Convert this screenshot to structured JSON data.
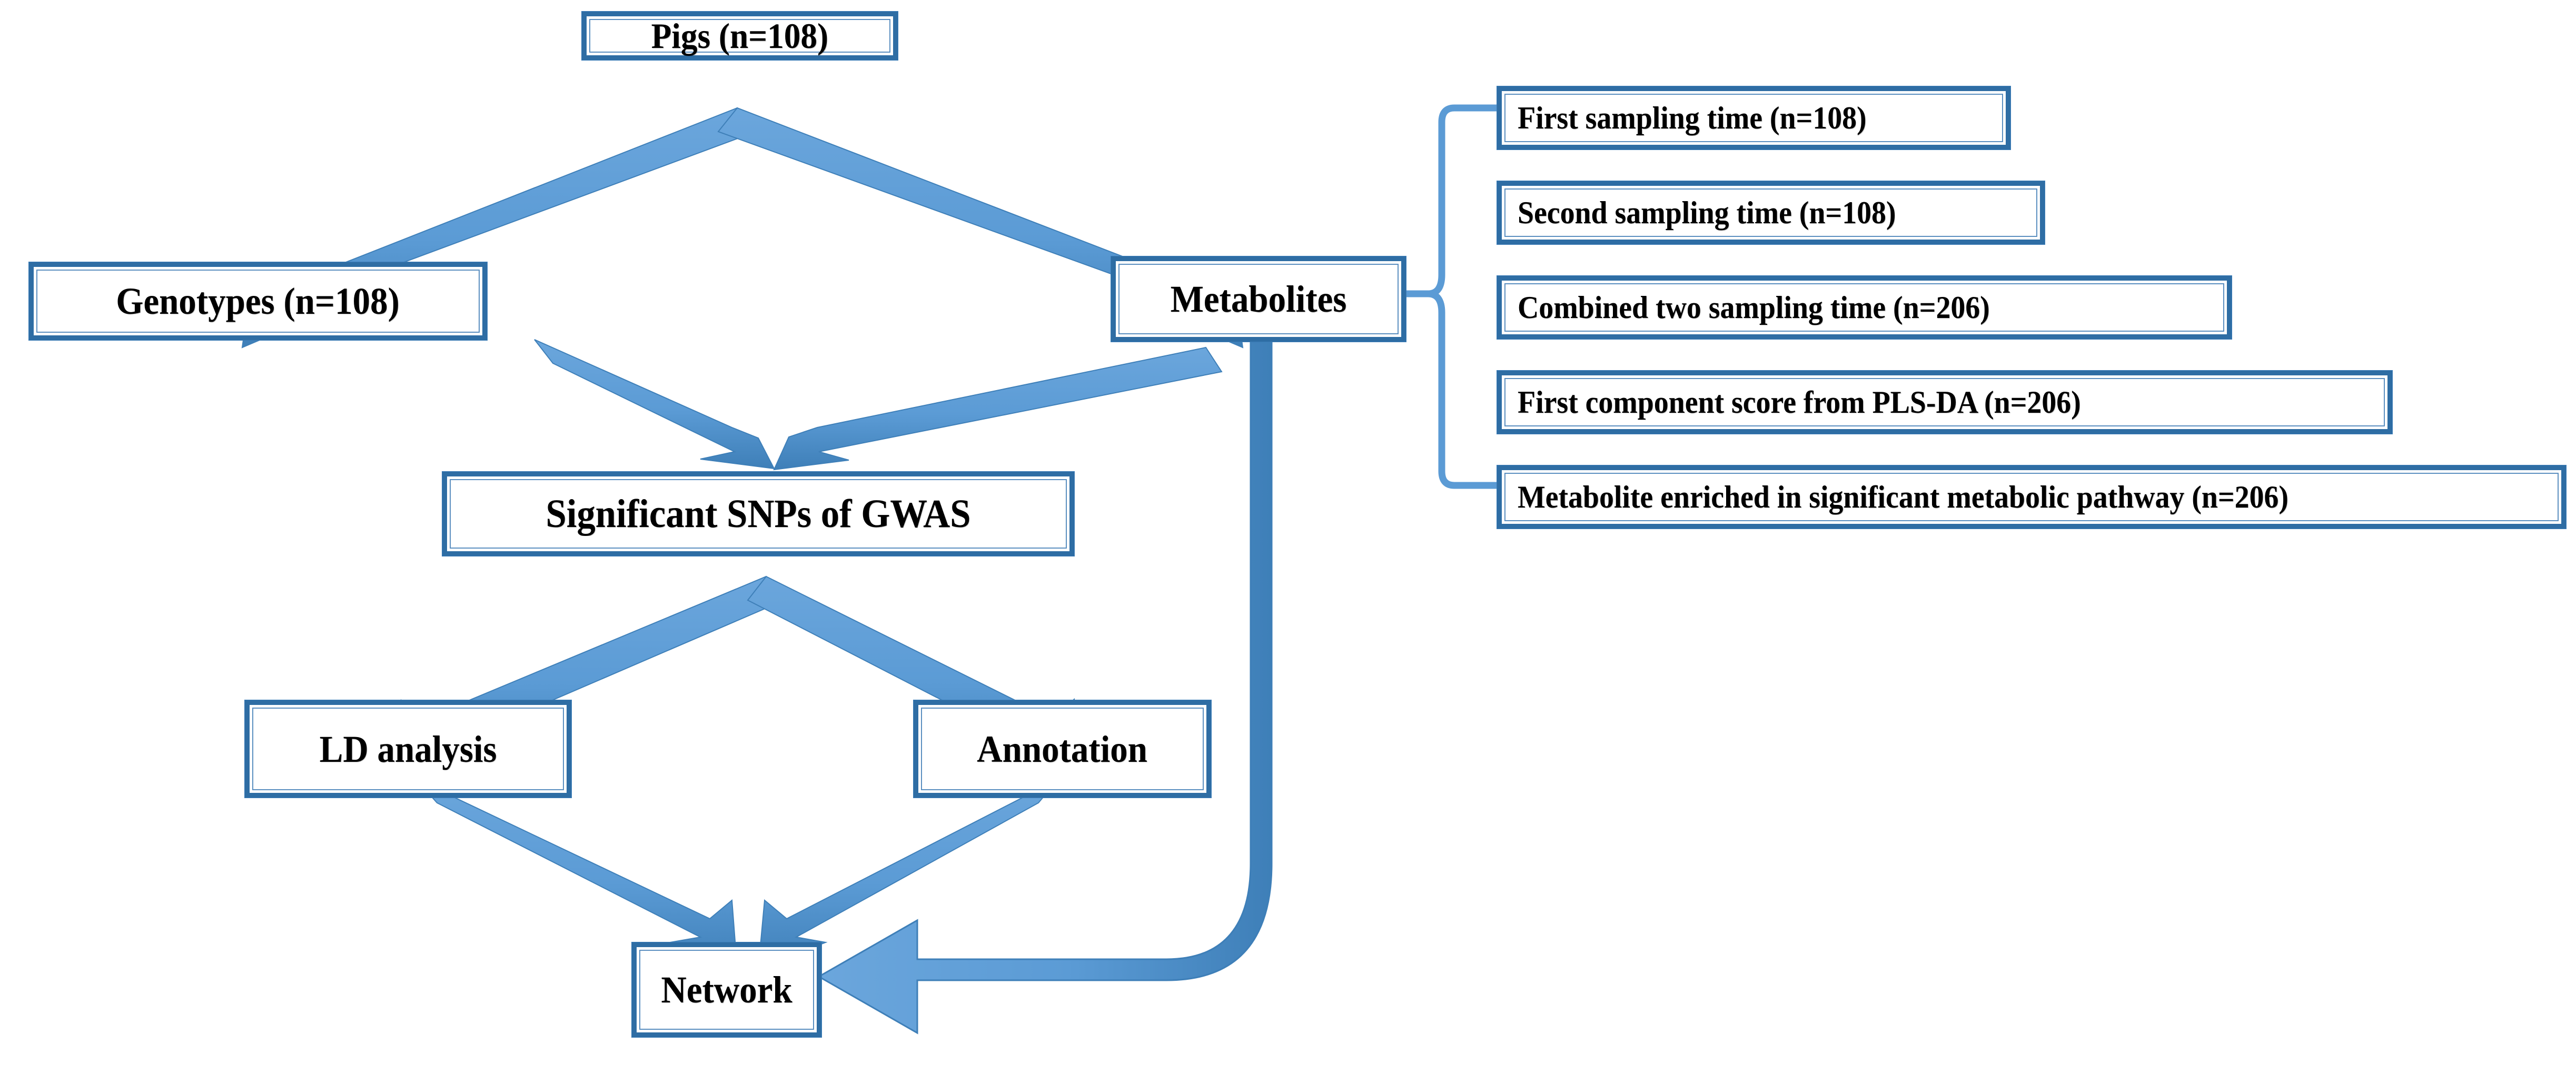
{
  "diagram": {
    "title": "GWAS and metabolite analysis workflow",
    "colors": {
      "box_border": "#2E6DA4",
      "box_inner_border": "#5B8FC0",
      "arrow": "#5B9BD5",
      "arrow_shade": "#3E7FB8",
      "box_fill": "#FFFFFF",
      "text": "#000000"
    }
  },
  "nodes": {
    "pigs": {
      "label": "Pigs (n=108)"
    },
    "genotypes": {
      "label": "Genotypes (n=108)"
    },
    "metabolites": {
      "label": "Metabolites"
    },
    "snps": {
      "label": "Significant SNPs of GWAS"
    },
    "ld": {
      "label": "LD analysis"
    },
    "annotation": {
      "label": "Annotation"
    },
    "network": {
      "label": "Network"
    }
  },
  "metabolite_branches": [
    {
      "label": "First sampling time (n=108)"
    },
    {
      "label": "Second sampling time (n=108)"
    },
    {
      "label": "Combined two sampling time (n=206)"
    },
    {
      "label": "First component score from PLS-DA (n=206)"
    },
    {
      "label": "Metabolite enriched in significant metabolic pathway (n=206)"
    }
  ],
  "edges": [
    {
      "from": "pigs",
      "to": "genotypes",
      "kind": "arrow"
    },
    {
      "from": "pigs",
      "to": "metabolites",
      "kind": "arrow"
    },
    {
      "from": "genotypes",
      "to": "snps",
      "kind": "arrow"
    },
    {
      "from": "metabolites",
      "to": "snps",
      "kind": "arrow"
    },
    {
      "from": "snps",
      "to": "ld",
      "kind": "arrow"
    },
    {
      "from": "snps",
      "to": "annotation",
      "kind": "arrow"
    },
    {
      "from": "ld",
      "to": "network",
      "kind": "arrow"
    },
    {
      "from": "annotation",
      "to": "network",
      "kind": "arrow"
    },
    {
      "from": "metabolites",
      "to": "network",
      "kind": "curved-arrow"
    },
    {
      "from": "metabolites",
      "to": "metabolite_branches",
      "kind": "brace"
    }
  ]
}
